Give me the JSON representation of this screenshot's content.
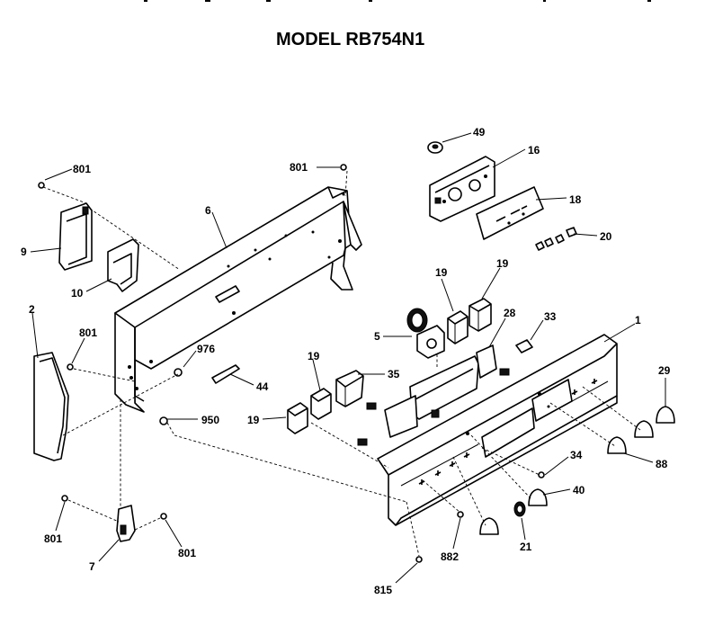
{
  "title": "MODEL RB754N1",
  "labels": [
    {
      "id": "49",
      "text": "49"
    },
    {
      "id": "16",
      "text": "16"
    },
    {
      "id": "18",
      "text": "18"
    },
    {
      "id": "20",
      "text": "20"
    },
    {
      "id": "801a",
      "text": "801"
    },
    {
      "id": "801b",
      "text": "801"
    },
    {
      "id": "6",
      "text": "6"
    },
    {
      "id": "9",
      "text": "9"
    },
    {
      "id": "10",
      "text": "10"
    },
    {
      "id": "2",
      "text": "2"
    },
    {
      "id": "801c",
      "text": "801"
    },
    {
      "id": "976",
      "text": "976"
    },
    {
      "id": "44",
      "text": "44"
    },
    {
      "id": "950",
      "text": "950"
    },
    {
      "id": "19a",
      "text": "19"
    },
    {
      "id": "19b",
      "text": "19"
    },
    {
      "id": "19c",
      "text": "19"
    },
    {
      "id": "19d",
      "text": "19"
    },
    {
      "id": "5",
      "text": "5"
    },
    {
      "id": "28",
      "text": "28"
    },
    {
      "id": "33",
      "text": "33"
    },
    {
      "id": "1",
      "text": "1"
    },
    {
      "id": "35",
      "text": "35"
    },
    {
      "id": "29",
      "text": "29"
    },
    {
      "id": "88",
      "text": "88"
    },
    {
      "id": "34",
      "text": "34"
    },
    {
      "id": "40",
      "text": "40"
    },
    {
      "id": "21",
      "text": "21"
    },
    {
      "id": "882",
      "text": "882"
    },
    {
      "id": "815",
      "text": "815"
    },
    {
      "id": "801d",
      "text": "801"
    },
    {
      "id": "801e",
      "text": "801"
    },
    {
      "id": "7",
      "text": "7"
    }
  ]
}
